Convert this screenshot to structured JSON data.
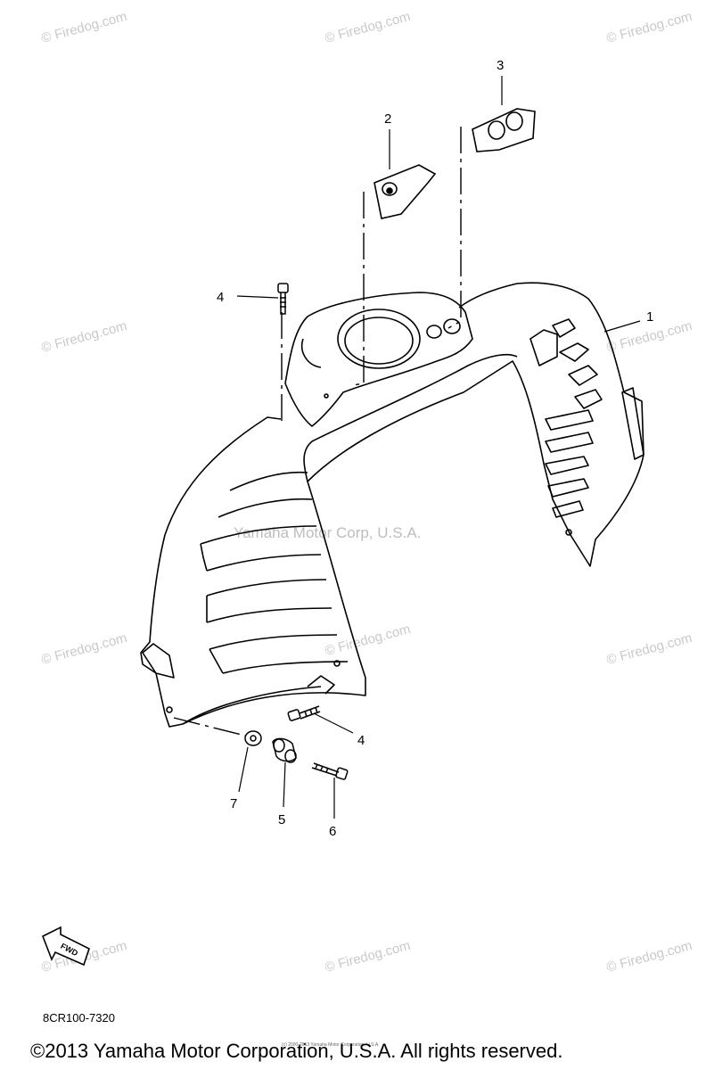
{
  "callouts": {
    "c1": "1",
    "c2": "2",
    "c3": "3",
    "c4_top": "4",
    "c4_bottom": "4",
    "c5": "5",
    "c6": "6",
    "c7": "7"
  },
  "watermarks": {
    "firedog": "© Firedog.com",
    "center": "Yamaha Motor Corp, U.S.A."
  },
  "fwd_label": "FWD",
  "part_code": "8CR100-7320",
  "tiny_notice": "(c) 2000-2013 Yamaha Motor Corporation, U.S.A.",
  "copyright": "©2013 Yamaha Motor Corporation, U.S.A. All rights reserved."
}
